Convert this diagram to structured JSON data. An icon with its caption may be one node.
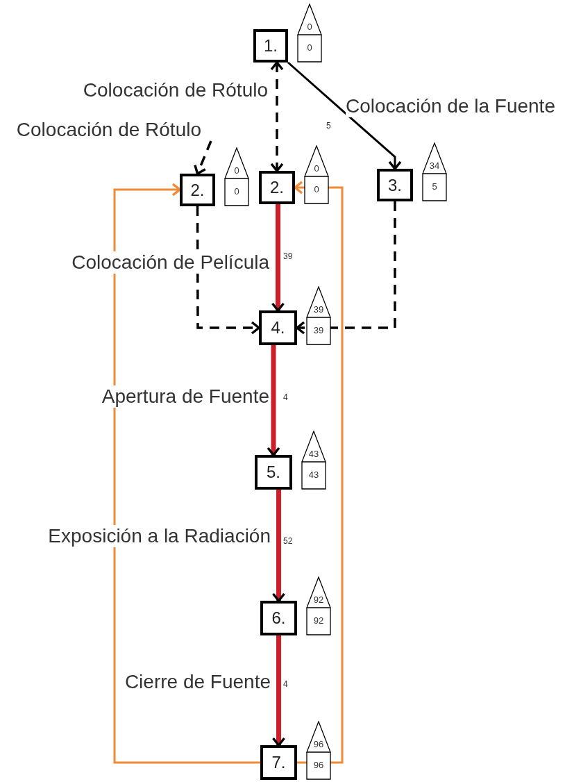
{
  "diagram": {
    "nodes": [
      {
        "text": [
          "1."
        ],
        "beside": [
          "0",
          "0"
        ]
      },
      {
        "text": [
          "2."
        ],
        "beside": [
          "0",
          "0"
        ]
      },
      {
        "text": [
          "2."
        ],
        "beside": [
          "0",
          "0"
        ]
      },
      {
        "text": [
          "3."
        ],
        "beside": [
          "34",
          "5"
        ]
      },
      {
        "text": [
          "4."
        ],
        "beside": [
          "39",
          "39"
        ]
      },
      {
        "text": [
          "5."
        ],
        "beside": [
          "43",
          "43"
        ]
      },
      {
        "text": [
          "6."
        ],
        "beside": [
          "92",
          "92"
        ]
      },
      {
        "text": [
          "7."
        ],
        "beside": [
          "96",
          "96"
        ]
      }
    ],
    "edges": [
      {
        "from": null,
        "to": 1,
        "arrow": "to",
        "style": "dashed",
        "label": "Colocación de Rótulo"
      },
      {
        "from": 0,
        "to": 2,
        "arrow": "both",
        "style": "dashed",
        "label": "Colocación de Rótulo"
      },
      {
        "from": 0,
        "to": 3,
        "arrow": "to",
        "label": "Colocación de la Fuente"
      },
      {
        "from": 1,
        "to": 4,
        "arrow": "to",
        "style": "dashed"
      },
      {
        "from": 3,
        "to": 4,
        "arrow": "to",
        "style": "dashed"
      },
      {
        "from": 2,
        "to": 4,
        "arrow": "to",
        "style": "thick",
        "color": "#cc1f2a",
        "label": "Colocación de Película"
      },
      {
        "from": 4,
        "to": 5,
        "arrow": "to",
        "style": "thick",
        "color": "#cc1f2a",
        "label": "Apertura de Fuente"
      },
      {
        "from": 5,
        "to": 6,
        "arrow": "to",
        "style": "thick",
        "color": "#cc1f2a",
        "label": "Exposición a la Radiación"
      },
      {
        "from": 6,
        "to": 7,
        "arrow": "to",
        "style": "thick",
        "color": "#cc1f2a",
        "label": "Cierre de Fuente"
      },
      {
        "from": 7,
        "to": 1,
        "arrow": "to",
        "color": "#f08a35"
      },
      {
        "from": 7,
        "to": 2,
        "arrow": "to",
        "color": "#f08a35"
      }
    ],
    "labels": [
      "5",
      "39",
      "4",
      "52",
      "4"
    ]
  }
}
